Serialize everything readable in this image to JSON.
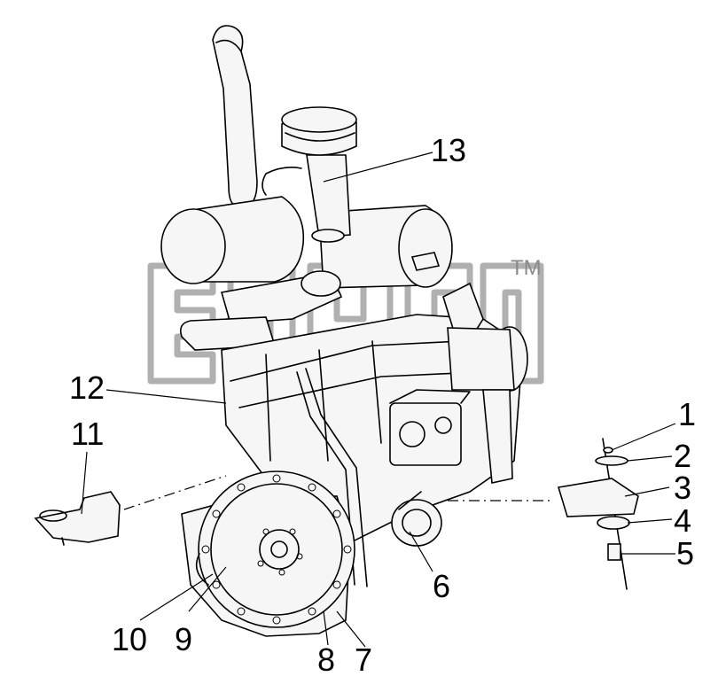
{
  "figure": {
    "callouts": [
      {
        "id": "1",
        "text": "1"
      },
      {
        "id": "2",
        "text": "2"
      },
      {
        "id": "3",
        "text": "3"
      },
      {
        "id": "4",
        "text": "4"
      },
      {
        "id": "5",
        "text": "5"
      },
      {
        "id": "6",
        "text": "6"
      },
      {
        "id": "7",
        "text": "7"
      },
      {
        "id": "8",
        "text": "8"
      },
      {
        "id": "9",
        "text": "9"
      },
      {
        "id": "10",
        "text": "10"
      },
      {
        "id": "11",
        "text": "11"
      },
      {
        "id": "12",
        "text": "12"
      },
      {
        "id": "13",
        "text": "13"
      }
    ],
    "watermark": {
      "trademark": "TM"
    }
  },
  "colors": {
    "line": "#000000",
    "watermark": "#b0b0b0",
    "background": "#ffffff"
  }
}
